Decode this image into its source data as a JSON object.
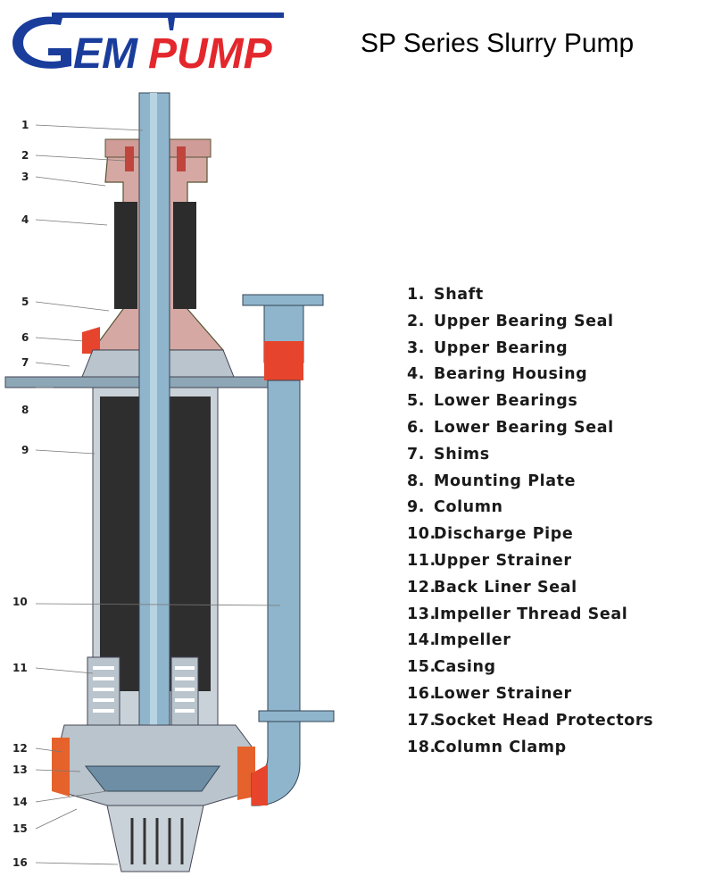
{
  "brand": {
    "logo_text": "GEMPUMP",
    "logo_blue": "#1a3d9c",
    "logo_red": "#e3272c"
  },
  "title": "SP Series Slurry Pump",
  "callouts": [
    "1",
    "2",
    "3",
    "4",
    "5",
    "6",
    "7",
    "8",
    "9",
    "10",
    "11",
    "12",
    "13",
    "14",
    "15",
    "16"
  ],
  "legend": [
    {
      "num": "1.",
      "label": "Shaft"
    },
    {
      "num": "2.",
      "label": "Upper Bearing Seal"
    },
    {
      "num": "3.",
      "label": "Upper Bearing"
    },
    {
      "num": "4.",
      "label": "Bearing Housing"
    },
    {
      "num": "5.",
      "label": "Lower Bearings"
    },
    {
      "num": "6.",
      "label": "Lower Bearing Seal"
    },
    {
      "num": "7.",
      "label": "Shims"
    },
    {
      "num": "8.",
      "label": "Mounting Plate"
    },
    {
      "num": "9.",
      "label": "Column"
    },
    {
      "num": "10.",
      "label": "Discharge Pipe"
    },
    {
      "num": "11.",
      "label": "Upper Strainer"
    },
    {
      "num": "12.",
      "label": "Back Liner Seal"
    },
    {
      "num": "13.",
      "label": "Impeller Thread Seal"
    },
    {
      "num": "14.",
      "label": "Impeller"
    },
    {
      "num": "15.",
      "label": "Casing"
    },
    {
      "num": "16.",
      "label": "Lower Strainer"
    },
    {
      "num": "17.",
      "label": "Socket Head Protectors"
    },
    {
      "num": "18.",
      "label": "Column Clamp"
    }
  ]
}
